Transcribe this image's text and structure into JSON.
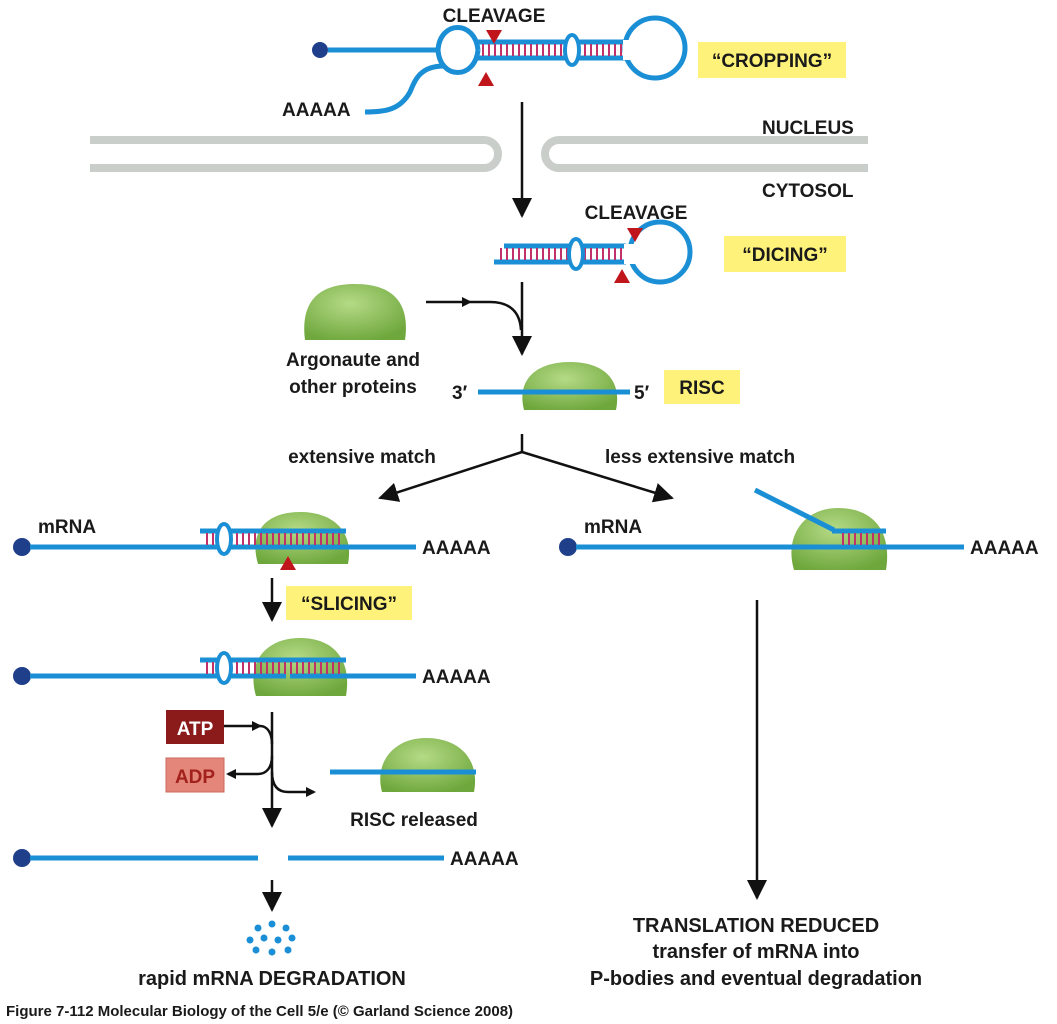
{
  "labels": {
    "cleavage_top": "CLEAVAGE",
    "cropping": "“CROPPING”",
    "pre_polya": "AAAAA",
    "nucleus": "NUCLEUS",
    "cytosol": "CYTOSOL",
    "cleavage_dicing": "CLEAVAGE",
    "dicing": "“DICING”",
    "argonaute_line1": "Argonaute and",
    "argonaute_line2": "other proteins",
    "three_prime": "3′",
    "five_prime": "5′",
    "risc": "RISC",
    "extensive_match": "extensive match",
    "less_extensive_match": "less extensive match",
    "mrna_left": "mRNA",
    "polya_left1": "AAAAA",
    "mrna_right": "mRNA",
    "polya_right": "AAAAA",
    "slicing": "“SLICING”",
    "polya_left2": "AAAAA",
    "atp": "ATP",
    "adp": "ADP",
    "risc_released": "RISC released",
    "polya_left3": "AAAAA",
    "rapid_degradation": "rapid mRNA DEGRADATION",
    "translation_reduced": "TRANSLATION REDUCED",
    "transfer_line1": "transfer of mRNA into",
    "transfer_line2": "P-bodies and eventual degradation",
    "caption": "Figure 7-112  Molecular Biology of the Cell 5/e (© Garland Science 2008)"
  },
  "colors": {
    "rna": "#1b8fd6",
    "base_pair": "#c0306a",
    "cap": "#1f3f8a",
    "protein": "#8fc05a",
    "protein_dark": "#6ea73c",
    "highlight": "#fff27a",
    "membrane": "#c9ceca",
    "cut": "#c0151b",
    "atp": "#8b1a1a",
    "adp": "#e4877a",
    "arrow": "#111111"
  }
}
